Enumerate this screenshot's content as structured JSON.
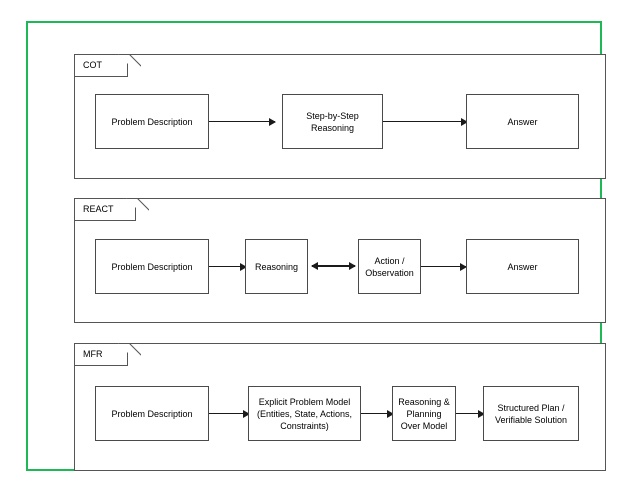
{
  "diagram": {
    "border_color": "#1db954",
    "panels": [
      {
        "id": "cot",
        "tab_label": "COT",
        "nodes": [
          {
            "name": "problem-description",
            "label": "Problem Description"
          },
          {
            "name": "step-by-step-reasoning",
            "label": "Step-by-Step Reasoning"
          },
          {
            "name": "answer",
            "label": "Answer"
          }
        ],
        "connectors": [
          {
            "name": "arrow-problem-to-reasoning",
            "type": "single"
          },
          {
            "name": "arrow-reasoning-to-answer",
            "type": "single"
          }
        ]
      },
      {
        "id": "react",
        "tab_label": "REACT",
        "nodes": [
          {
            "name": "problem-description",
            "label": "Problem Description"
          },
          {
            "name": "reasoning",
            "label": "Reasoning"
          },
          {
            "name": "action-observation",
            "label": "Action / Observation"
          },
          {
            "name": "answer",
            "label": "Answer"
          }
        ],
        "connectors": [
          {
            "name": "arrow-problem-to-reasoning",
            "type": "single"
          },
          {
            "name": "arrow-reasoning-action-loop",
            "type": "bidirectional"
          },
          {
            "name": "arrow-action-to-answer",
            "type": "single"
          }
        ]
      },
      {
        "id": "mfr",
        "tab_label": "MFR",
        "nodes": [
          {
            "name": "problem-description",
            "label": "Problem Description"
          },
          {
            "name": "explicit-problem-model",
            "label": "Explicit Problem Model (Entities, State, Actions, Constraints)"
          },
          {
            "name": "reasoning-planning-over-model",
            "label": "Reasoning & Planning Over Model"
          },
          {
            "name": "structured-plan",
            "label": "Structured Plan / Verifiable Solution"
          }
        ],
        "connectors": [
          {
            "name": "arrow-problem-to-model",
            "type": "single"
          },
          {
            "name": "arrow-model-to-reasoning",
            "type": "single"
          },
          {
            "name": "arrow-reasoning-to-plan",
            "type": "single"
          }
        ]
      }
    ]
  }
}
